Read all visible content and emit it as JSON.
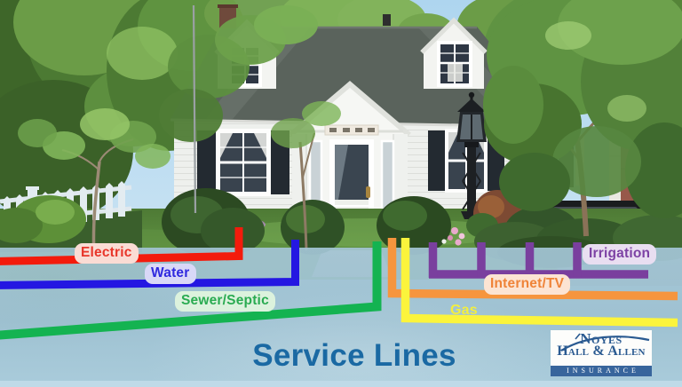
{
  "title": {
    "text": "Service Lines",
    "color": "#1a69a3"
  },
  "labels": {
    "electric": {
      "text": "Electric",
      "text_color": "#e8362a",
      "bg_color": "#fadcd4"
    },
    "water": {
      "text": "Water",
      "text_color": "#3029df",
      "bg_color": "#d9d8f7"
    },
    "sewer_septic": {
      "text": "Sewer/Septic",
      "text_color": "#2aab51",
      "bg_color": "#dcf2dd"
    },
    "gas": {
      "text": "Gas",
      "text_color": "#f2ee3e",
      "bg_color": "transparent"
    },
    "internet_tv": {
      "text": "Internet/TV",
      "text_color": "#ef8338",
      "bg_color": "#fce4d3"
    },
    "irrigation": {
      "text": "Irrigation",
      "text_color": "#7d41a4",
      "bg_color": "#e9def1"
    }
  },
  "lines": {
    "electric": {
      "color": "#f31b0c"
    },
    "water": {
      "color": "#2417e2"
    },
    "sewer_septic": {
      "color": "#14b351"
    },
    "internet_tv": {
      "color": "#f6953e"
    },
    "gas": {
      "color": "#fbf43c"
    },
    "irrigation": {
      "color": "#7a3f9e"
    }
  },
  "logo": {
    "name_line1": "Noyes",
    "name_line2": "Hall & Allen",
    "banner": "INSURANCE",
    "text_color": "#2a5a91",
    "banner_bg": "#38659c"
  }
}
